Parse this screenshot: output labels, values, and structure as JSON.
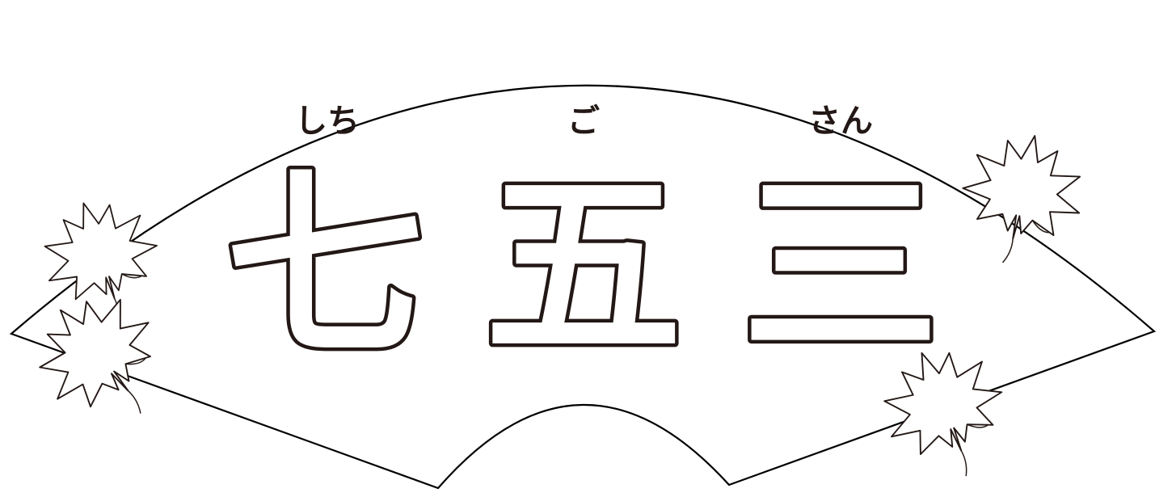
{
  "title": {
    "furigana": [
      "しち",
      "ご",
      "さん"
    ],
    "kanji": [
      "七",
      "五",
      "三"
    ]
  },
  "decorations": {
    "fan": "folding-fan",
    "leaves": [
      "maple-leaf",
      "maple-leaf",
      "maple-leaf",
      "maple-leaf"
    ]
  },
  "colors": {
    "ink": "#231815",
    "paper": "#ffffff"
  }
}
